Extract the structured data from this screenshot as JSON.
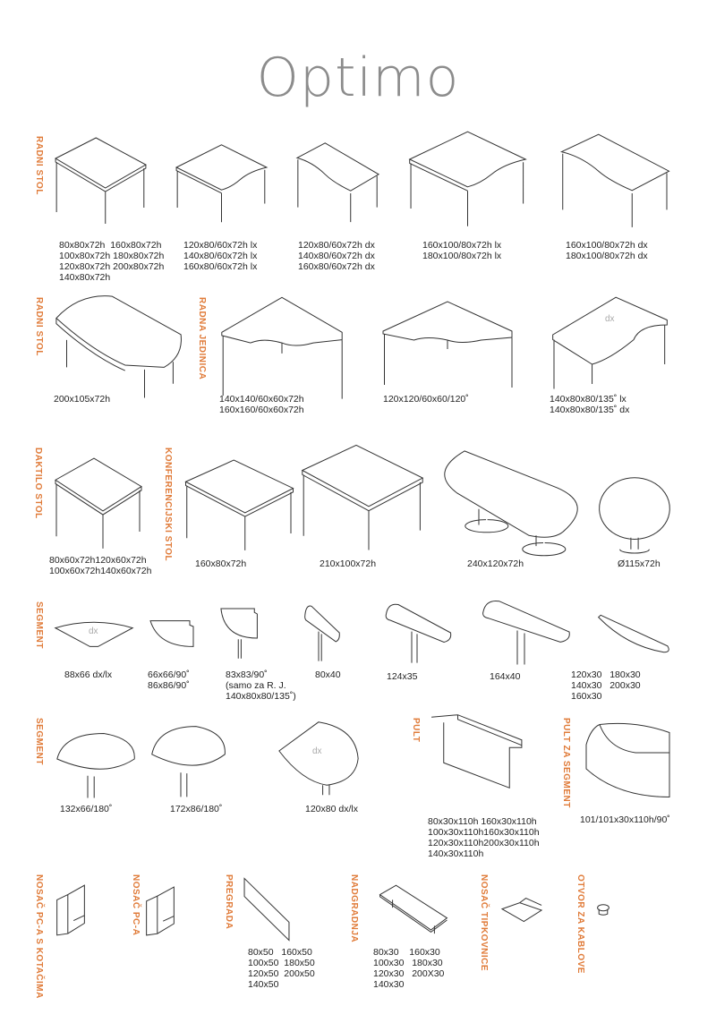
{
  "title": "Optimo",
  "accent": "#e07b39",
  "sections": {
    "radni_stol_1": {
      "label": "RADNI STOL",
      "items": [
        {
          "caption": "80x80x72h  160x80x72h\n100x80x72h 180x80x72h\n120x80x72h 200x80x72h\n140x80x72h"
        },
        {
          "caption": "120x80/60x72h lx\n140x80/60x72h lx\n160x80/60x72h lx"
        },
        {
          "caption": "120x80/60x72h dx\n140x80/60x72h dx\n160x80/60x72h dx"
        },
        {
          "caption": "160x100/80x72h lx\n180x100/80x72h lx"
        },
        {
          "caption": "160x100/80x72h dx\n180x100/80x72h dx"
        }
      ]
    },
    "radni_stol_2": {
      "label": "RADNI STOL",
      "items": [
        {
          "caption": "200x105x72h"
        }
      ]
    },
    "radna_jedinica": {
      "label": "RADNA JEDINICA",
      "items": [
        {
          "caption": "140x140/60x60x72h\n160x160/60x60x72h"
        },
        {
          "caption": "120x120/60x60/120˚"
        },
        {
          "caption": "140x80x80/135˚ lx\n140x80x80/135˚ dx",
          "mark": "dx"
        }
      ]
    },
    "daktilo_stol": {
      "label": "DAKTILO STOL",
      "items": [
        {
          "caption": "80x60x72h120x60x72h\n100x60x72h140x60x72h"
        }
      ]
    },
    "konferencijski_stol": {
      "label": "KONFERENCIJSKI STOL",
      "items": [
        {
          "caption": "160x80x72h"
        },
        {
          "caption": "210x100x72h"
        },
        {
          "caption": "240x120x72h"
        },
        {
          "caption": "Ø115x72h"
        }
      ]
    },
    "segment_1": {
      "label": "SEGMENT",
      "items": [
        {
          "caption": "88x66 dx/lx",
          "mark": "dx"
        },
        {
          "caption": "66x66/90˚\n86x86/90˚"
        },
        {
          "caption": "83x83/90˚\n(samo za R. J.\n140x80x80/135˚)"
        },
        {
          "caption": "80x40"
        },
        {
          "caption": "124x35"
        },
        {
          "caption": "164x40"
        },
        {
          "caption": "120x30   180x30\n140x30   200x30\n160x30"
        }
      ]
    },
    "segment_2": {
      "label": "SEGMENT",
      "items": [
        {
          "caption": "132x66/180˚"
        },
        {
          "caption": "172x86/180˚"
        },
        {
          "caption": "120x80 dx/lx",
          "mark": "dx"
        }
      ]
    },
    "pult": {
      "label": "PULT",
      "items": [
        {
          "caption": "80x30x110h 160x30x110h\n100x30x110h160x30x110h\n120x30x110h200x30x110h\n140x30x110h"
        }
      ]
    },
    "pult_za_segment": {
      "label": "PULT ZA SEGMENT",
      "items": [
        {
          "caption": "101/101x30x110h/90˚"
        }
      ]
    },
    "nosac_pc_kotaci": {
      "label": "NOSAČ PC-A S KOTAČIMA"
    },
    "nosac_pc": {
      "label": "NOSAČ PC-A"
    },
    "pregrada": {
      "label": "PREGRADA",
      "items": [
        {
          "caption": "80x50   160x50\n100x50  180x50\n120x50  200x50\n140x50"
        }
      ]
    },
    "nadgradnja": {
      "label": "NADGRADNJA",
      "items": [
        {
          "caption": "80x30    160x30\n100x30   180x30\n120x30   200X30\n140x30"
        }
      ]
    },
    "nosac_tipkovnice": {
      "label": "NOSAČ TIPKOVNICE"
    },
    "otvor_za_kablove": {
      "label": "OTVOR ZA KABLOVE"
    }
  }
}
